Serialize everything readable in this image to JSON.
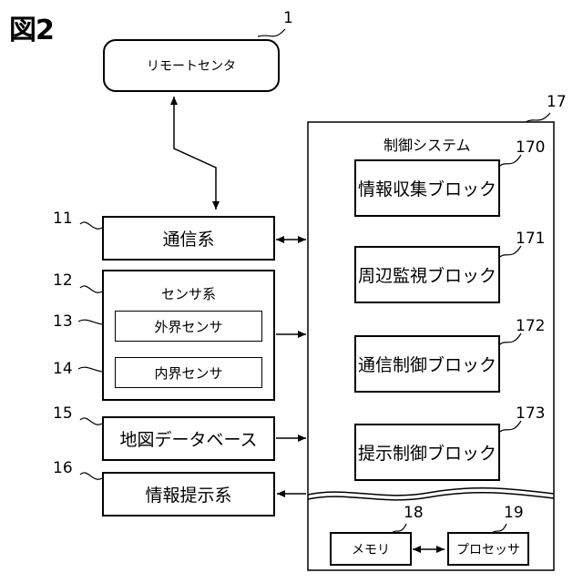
{
  "figure_title": "図2",
  "remote_center": {
    "label": "リモートセンタ",
    "ref": "1"
  },
  "control_system": {
    "label": "制御システム",
    "ref": "17",
    "blocks": [
      {
        "label": "情報収集ブロック",
        "ref": "170"
      },
      {
        "label": "周辺監視ブロック",
        "ref": "171"
      },
      {
        "label": "通信制御ブロック",
        "ref": "172"
      },
      {
        "label": "提示制御ブロック",
        "ref": "173"
      }
    ],
    "memory": {
      "label": "メモリ",
      "ref": "18"
    },
    "processor": {
      "label": "プロセッサ",
      "ref": "19"
    }
  },
  "communication": {
    "label": "通信系",
    "ref": "11"
  },
  "sensor_system": {
    "label": "センサ系",
    "ref": "12",
    "external_sensor": {
      "label": "外界センサ",
      "ref": "13"
    },
    "internal_sensor": {
      "label": "内界センサ",
      "ref": "14"
    }
  },
  "map_database": {
    "label": "地図データベース",
    "ref": "15"
  },
  "info_presentation": {
    "label": "情報提示系",
    "ref": "16"
  }
}
